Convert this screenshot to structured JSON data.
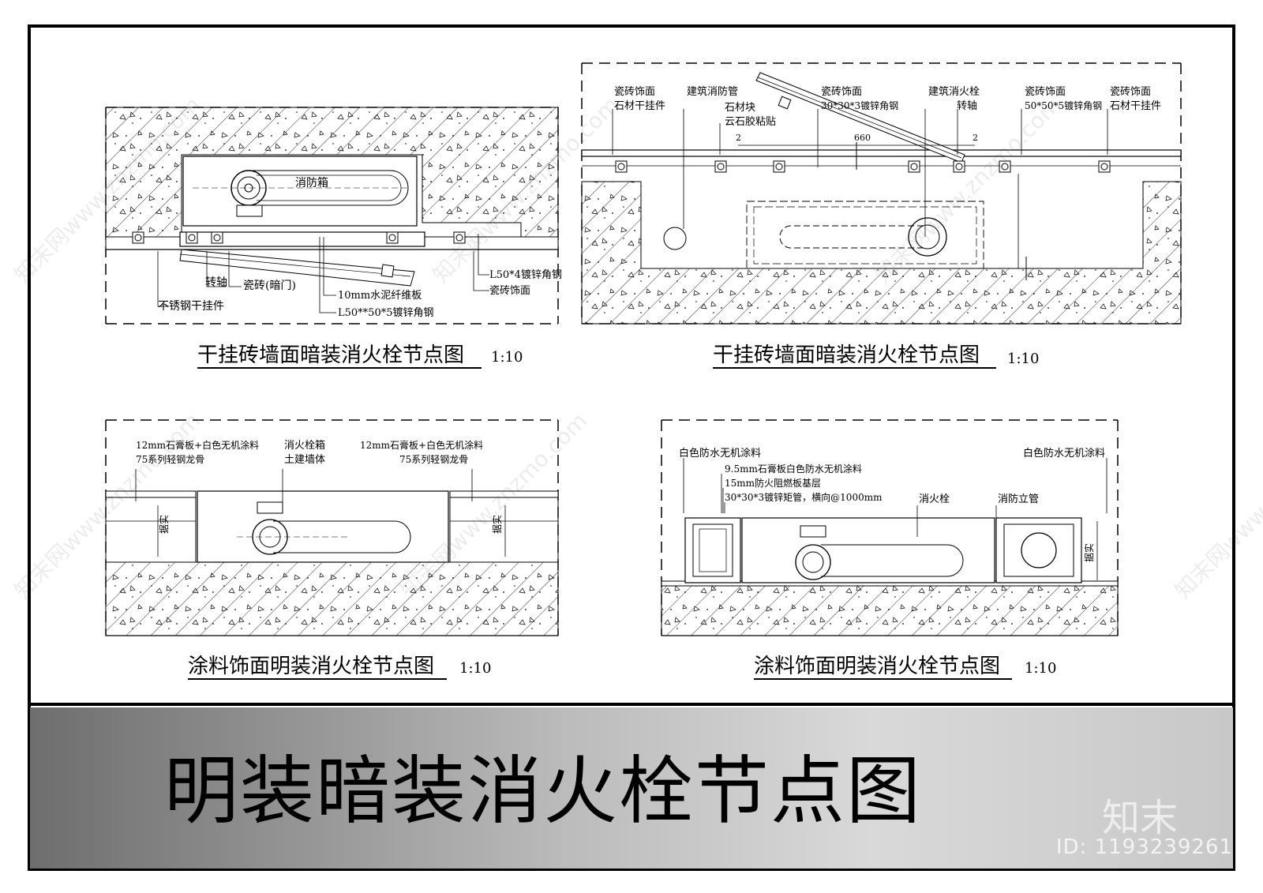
{
  "panels": [
    {
      "caption": "干挂砖墙面暗装消火栓节点图",
      "scale": "1:10",
      "labels": {
        "box": "消防箱",
        "pivot": "转轴",
        "tile_door": "瓷砖(暗门)",
        "steel_hanger": "不锈钢干挂件",
        "cement_board": "10mm水泥纤维板",
        "angle_steel_a": "L50**50*5镀锌角钢",
        "angle_steel_b": "L50*4镀锌角钢",
        "tile_finish": "瓷砖饰面"
      }
    },
    {
      "caption": "干挂砖墙面暗装消火栓节点图",
      "scale": "1:10",
      "labels": {
        "tile_l1": "瓷砖饰面",
        "tile_l2": "石材干挂件",
        "fire_pipe": "建筑消防管",
        "stone_l1": "石材块",
        "stone_l2": "云石胶粘贴",
        "tile_m1": "瓷砖饰面",
        "tile_m2": "30*30*3镀锌角钢",
        "hydrant": "建筑消火栓",
        "pivot": "转轴",
        "tile_r1": "瓷砖饰面",
        "tile_r2": "50*50*5镀锌角钢",
        "tile_rr1": "瓷砖饰面",
        "tile_rr2": "石材干挂件",
        "dim_660": "660",
        "dim_2a": "2",
        "dim_2b": "2"
      }
    },
    {
      "caption": "涂料饰面明装消火栓节点图",
      "scale": "1:10",
      "labels": {
        "gyp_l1": "12mm石膏板+白色无机涂料",
        "gyp_l2": "75系列轻钢龙骨",
        "box_l1": "消火栓箱",
        "box_l2": "土建墙体",
        "gyp_r1": "12mm石膏板+白色无机涂料",
        "gyp_r2": "75系列轻钢龙骨",
        "dim_a": "据实",
        "dim_b": "据实"
      }
    },
    {
      "caption": "涂料饰面明装消火栓节点图",
      "scale": "1:10",
      "labels": {
        "paint_l": "白色防水无机涂料",
        "paint_r": "白色防水无机涂料",
        "spec1": "9.5mm石膏板白色防水无机涂料",
        "spec2": "15mm防火阻燃板基层",
        "spec3": "30*30*3镀锌矩管，横向@1000mm",
        "hydrant": "消火栓",
        "riser": "消防立管",
        "dim": "据实"
      }
    }
  ],
  "title": "明装暗装消火栓节点图",
  "brand": "知末",
  "id_label": "ID: 1193239261",
  "watermark": "知末网www.znzmo.com"
}
